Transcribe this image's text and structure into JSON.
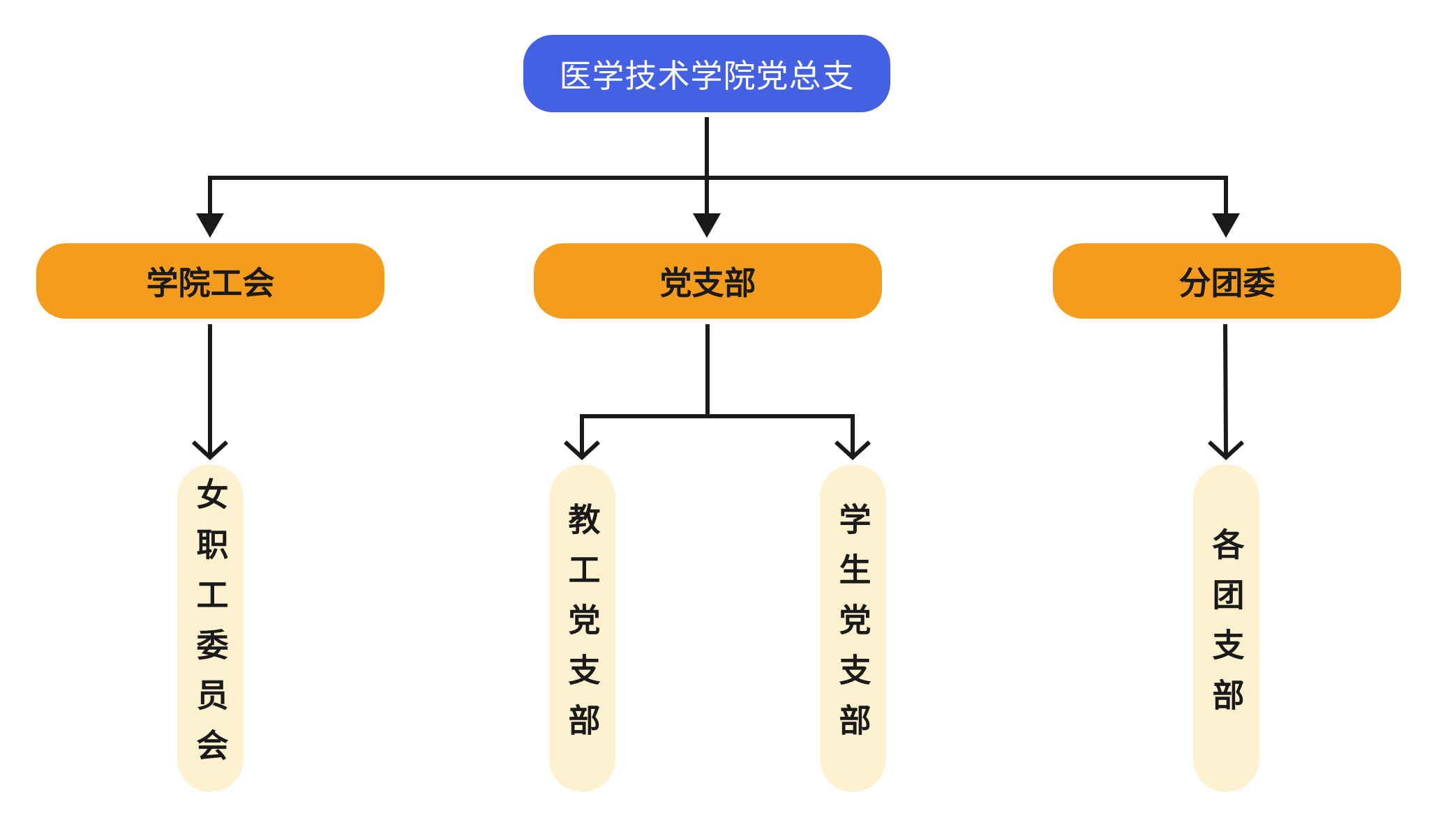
{
  "root": {
    "label": "医学技术学院党总支"
  },
  "level2": {
    "union": "学院工会",
    "party": "党支部",
    "league": "分团委"
  },
  "level3": {
    "women_committee": "女职工委员会",
    "staff_branch": "教工党支部",
    "student_branch": "学生党支部",
    "league_branches": "各团支部"
  },
  "colors": {
    "root_fill": "#4460e3",
    "level2_fill": "#f39c1e",
    "level3_fill": "#fdf1cf",
    "connector": "#1a1a1a"
  }
}
